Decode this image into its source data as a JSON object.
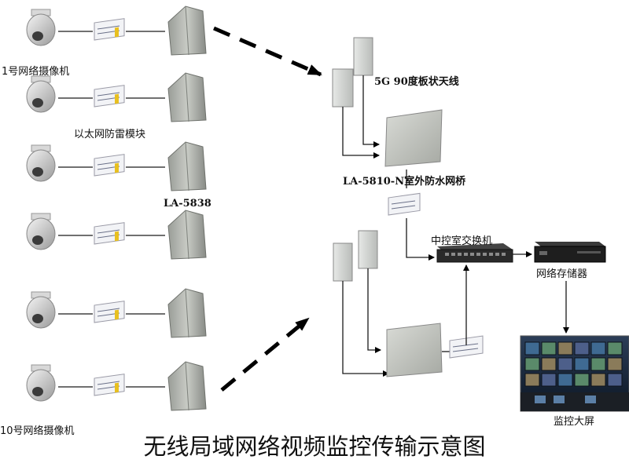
{
  "title": "无线局域网络视频监控传输示意图",
  "labels": {
    "camera_first": "1号网络摄像机",
    "camera_last": "10号网络摄像机",
    "protector": "以太网防雷模块",
    "cpe_model": "LA-5838",
    "antenna": "5G 90度板状天线",
    "bridge": "LA-5810-N室外防水网桥",
    "switch": "中控室交换机",
    "nvr": "网络存储器",
    "screen": "监控大屏"
  },
  "camera_count": 6,
  "colors": {
    "line": "#1a1a1a",
    "arrow": "#000000",
    "panel": "#c9ccc6"
  }
}
